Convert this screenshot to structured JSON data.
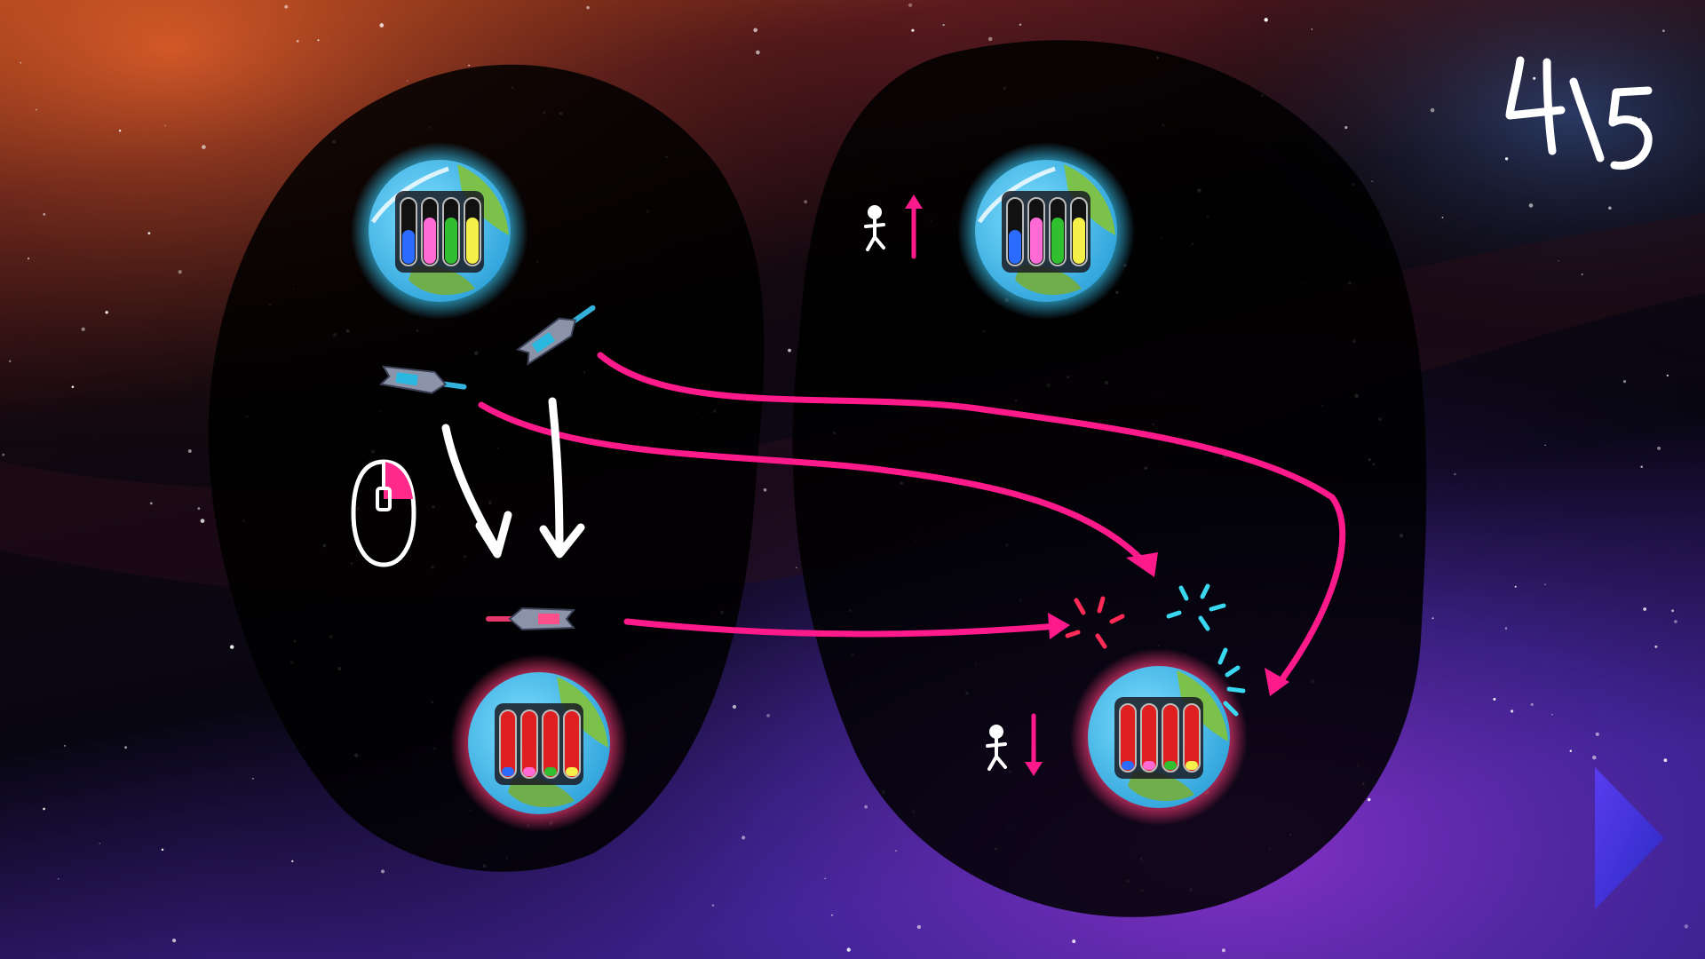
{
  "tutorial": {
    "page_current": 4,
    "page_total": 5
  },
  "icons": {
    "counter": "handwritten-page-counter",
    "mouse": "mouse-left-click-icon",
    "next": "next-page-triangle-icon",
    "planet": "planet-icon",
    "vials": "color-vials-icon",
    "ship": "spaceship-icon",
    "person": "population-person-icon",
    "arrow_up": "population-up-arrow-icon",
    "arrow_down": "population-down-arrow-icon"
  },
  "colors": {
    "friendly_glow": "#38c6f2",
    "enemy_glow": "#ff3d78",
    "attack_arrow": "#ff1a8c",
    "hand_arrow": "#ffffff",
    "next_button": "#3b2fd8",
    "vial_blue": "#2c6bff",
    "vial_pink": "#ff6ad5",
    "vial_green": "#2fbf2f",
    "vial_yellow": "#f5f04a",
    "vial_red": "#e02020"
  }
}
